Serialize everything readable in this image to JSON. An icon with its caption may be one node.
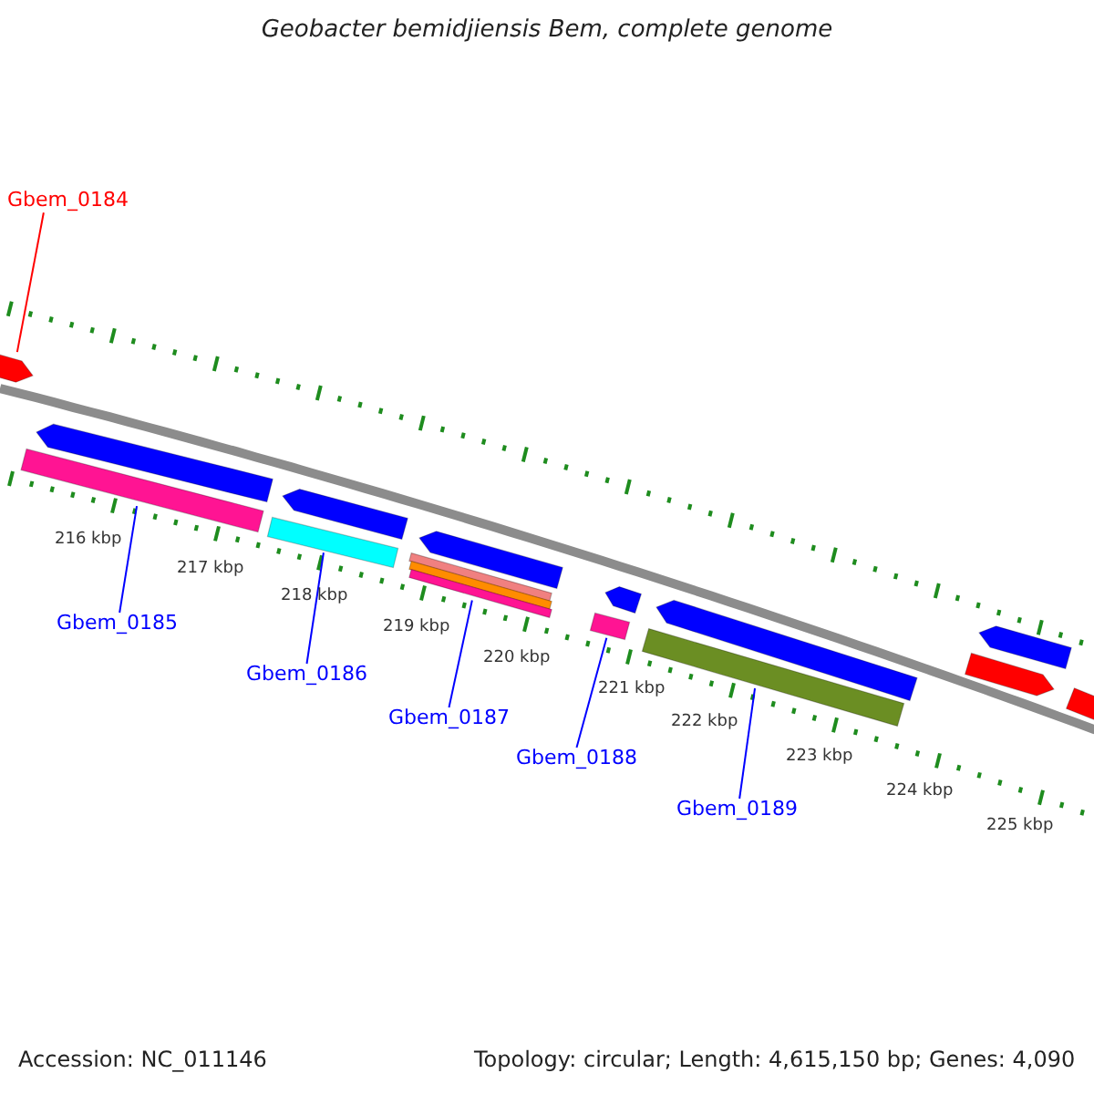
{
  "diagram": {
    "title": "Geobacter bemidjiensis Bem, complete genome",
    "nodes": [
      {
        "text": [
          "Gbem_0184"
        ]
      },
      {
        "text": [
          "Gbem_0185"
        ]
      },
      {
        "text": [
          "Gbem_0186"
        ]
      },
      {
        "text": [
          "Gbem_0187"
        ]
      },
      {
        "text": [
          "Gbem_0188"
        ]
      },
      {
        "text": [
          "Gbem_0189"
        ]
      },
      {
        "text": [],
        "shape": "arrow"
      },
      {
        "text": [],
        "shape": "arrow"
      },
      {
        "text": [],
        "shape": "arrow"
      },
      {
        "text": [],
        "shape": "arrow"
      },
      {
        "text": [],
        "shape": "arrow"
      },
      {
        "text": [],
        "shape": "arrow"
      },
      {
        "text": [],
        "shape": "arrow"
      },
      {
        "text": [],
        "shape": "arrow"
      },
      {
        "text": [],
        "shape": "arrow"
      }
    ],
    "edges": [
      {
        "from": 0,
        "to": 6,
        "arrow": "none",
        "color": "#ff0000"
      },
      {
        "from": 1,
        "to": 7,
        "arrow": "none"
      },
      {
        "from": 2,
        "to": 8,
        "arrow": "none"
      },
      {
        "from": 3,
        "to": 9,
        "arrow": "none"
      },
      {
        "from": 4,
        "to": 10,
        "arrow": "none"
      },
      {
        "from": 5,
        "to": 11,
        "arrow": "none"
      }
    ],
    "labels": [
      "216 kbp",
      "217 kbp",
      "218 kbp",
      "219 kbp",
      "220 kbp",
      "221 kbp",
      "222 kbp",
      "223 kbp",
      "224 kbp",
      "225 kbp",
      "Accession: NC_011146",
      "Topology: circular; Length: 4,615,150 bp; Genes: 4,090"
    ]
  }
}
